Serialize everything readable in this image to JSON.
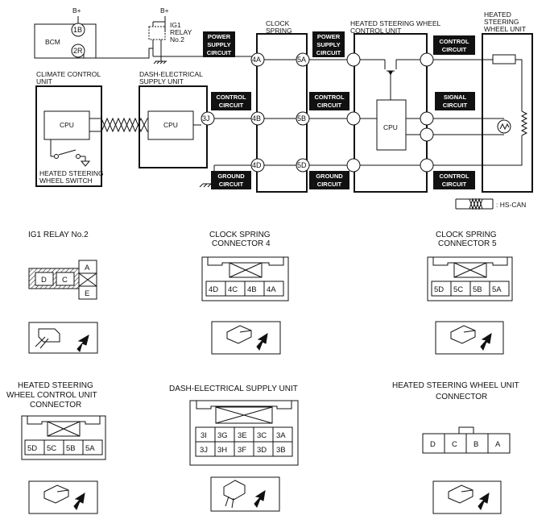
{
  "wiring": {
    "bplus_1": "B+",
    "bplus_2": "B+",
    "bcm": "BCM",
    "bcm_pin_1b": "1B",
    "bcm_pin_2r": "2R",
    "ig1_relay_line1": "IG1",
    "ig1_relay_line2": "RELAY",
    "ig1_relay_line3": "No.2",
    "climate_line1": "CLIMATE CONTROL",
    "climate_line2": "UNIT",
    "dash_line1": "DASH-ELECTRICAL",
    "dash_line2": "SUPPLY UNIT",
    "clock_line1": "CLOCK",
    "clock_line2": "SPRING",
    "hswcu_line1": "HEATED STEERING WHEEL",
    "hswcu_line2": "CONTROL UNIT",
    "hsw_line1": "HEATED",
    "hsw_line2": "STEERING",
    "hsw_line3": "WHEEL UNIT",
    "cpu_climate": "CPU",
    "cpu_dash": "CPU",
    "cpu_hswcu": "CPU",
    "switch_line1": "HEATED STEERING",
    "switch_line2": "WHEEL SWITCH",
    "pin_3j": "3J",
    "pin_4a": "4A",
    "pin_4b": "4B",
    "pin_4d": "4D",
    "pin_5a": "5A",
    "pin_5b": "5B",
    "pin_5d": "5D",
    "badge_power1_l1": "POWER",
    "badge_power1_l2": "SUPPLY",
    "badge_power1_l3": "CIRCUIT",
    "badge_power2_l1": "POWER",
    "badge_power2_l2": "SUPPLY",
    "badge_power2_l3": "CIRCUIT",
    "badge_control1_l1": "CONTROL",
    "badge_control1_l2": "CIRCUIT",
    "badge_control2_l1": "CONTROL",
    "badge_control2_l2": "CIRCUIT",
    "badge_control3_l1": "CONTROL",
    "badge_control3_l2": "CIRCUIT",
    "badge_control4_l1": "CONTROL",
    "badge_control4_l2": "CIRCUIT",
    "badge_signal_l1": "SIGNAL",
    "badge_signal_l2": "CIRCUIT",
    "badge_ground1_l1": "GROUND",
    "badge_ground1_l2": "CIRCUIT",
    "badge_ground2_l1": "GROUND",
    "badge_ground2_l2": "CIRCUIT",
    "legend_hscan": ": HS-CAN"
  },
  "connectors": {
    "ig1_title": "IG1 RELAY No.2",
    "ig1_pins": [
      "D",
      "C",
      "A",
      "E"
    ],
    "cs4_title_l1": "CLOCK SPRING",
    "cs4_title_l2": "CONNECTOR 4",
    "cs4_pins": [
      "4D",
      "4C",
      "4B",
      "4A"
    ],
    "cs5_title_l1": "CLOCK SPRING",
    "cs5_title_l2": "CONNECTOR 5",
    "cs5_pins": [
      "5D",
      "5C",
      "5B",
      "5A"
    ],
    "hswcu_title_l1": "HEATED STEERING",
    "hswcu_title_l2": "WHEEL CONTROL UNIT",
    "hswcu_title_l3": "CONNECTOR",
    "hswcu_pins": [
      "5D",
      "5C",
      "5B",
      "5A"
    ],
    "dash_title": "DASH-ELECTRICAL SUPPLY UNIT",
    "dash_row1": [
      "3I",
      "3G",
      "3E",
      "3C",
      "3A"
    ],
    "dash_row2": [
      "3J",
      "3H",
      "3F",
      "3D",
      "3B"
    ],
    "hsw_title_l1": "HEATED STEERING WHEEL UNIT",
    "hsw_title_l2": "CONNECTOR",
    "hsw_pins": [
      "D",
      "C",
      "B",
      "A"
    ]
  }
}
